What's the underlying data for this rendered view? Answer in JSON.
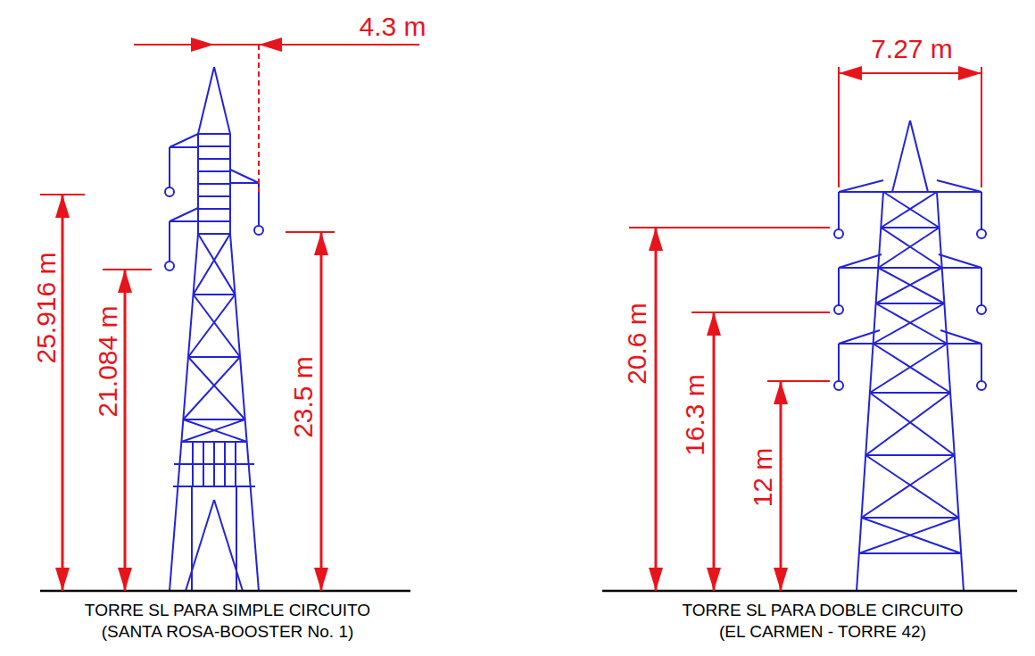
{
  "diagram": {
    "labels": [
      "4.3 m",
      "25.916 m",
      "21.084 m",
      "23.5 m",
      "7.27 m",
      "20.6 m",
      "16.3 m",
      "12 m",
      "TORRE SL PARA SIMPLE CIRCUITO",
      "(SANTA ROSA-BOOSTER No. 1)",
      "TORRE SL PARA DOBLE CIRCUITO",
      "(EL CARMEN - TORRE 42)"
    ]
  }
}
